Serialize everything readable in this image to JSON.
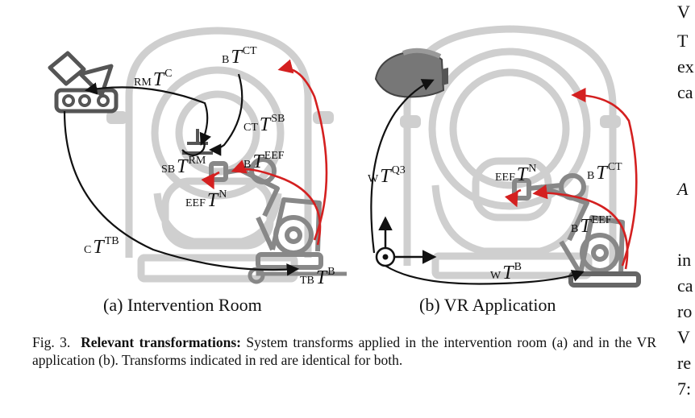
{
  "labels_a": {
    "rm_tc": {
      "pre": "RM",
      "main": "T",
      "sup": "C"
    },
    "b_tct": {
      "pre": "B",
      "main": "T",
      "sup": "CT"
    },
    "ct_tsb": {
      "pre": "CT",
      "main": "T",
      "sup": "SB"
    },
    "sb_trm": {
      "pre": "SB",
      "main": "T",
      "sup": "RM"
    },
    "b_teef": {
      "pre": "B",
      "main": "T",
      "sup": "EEF"
    },
    "eef_tn": {
      "pre": "EEF",
      "main": "T",
      "sup": "N"
    },
    "c_ttb": {
      "pre": "C",
      "main": "T",
      "sup": "TB"
    },
    "tb_tb": {
      "pre": "TB",
      "main": "T",
      "sup": "B"
    }
  },
  "labels_b": {
    "w_tq3": {
      "pre": "W",
      "main": "T",
      "sup": "Q3"
    },
    "b_tct": {
      "pre": "B",
      "main": "T",
      "sup": "CT"
    },
    "eef_tn": {
      "pre": "EEF",
      "main": "T",
      "sup": "N"
    },
    "b_teef": {
      "pre": "B",
      "main": "T",
      "sup": "EEF"
    },
    "w_tb": {
      "pre": "W",
      "main": "T",
      "sup": "B"
    }
  },
  "subcaption_a": "(a) Intervention Room",
  "subcaption_b": "(b) VR Application",
  "caption": {
    "prefix": "Fig. 3.",
    "bold": "Relevant transformations:",
    "text": " System transforms applied in the intervention room (a) and in the VR application (b). Transforms indicated in red are identical for both."
  },
  "side_text": [
    "V",
    "T",
    "ex",
    "ca",
    "A",
    "in",
    "ca",
    "ro",
    "V",
    "re",
    "7:"
  ],
  "colors": {
    "red": "#d42020",
    "black": "#111111",
    "ghost": "#c8c8c8"
  }
}
